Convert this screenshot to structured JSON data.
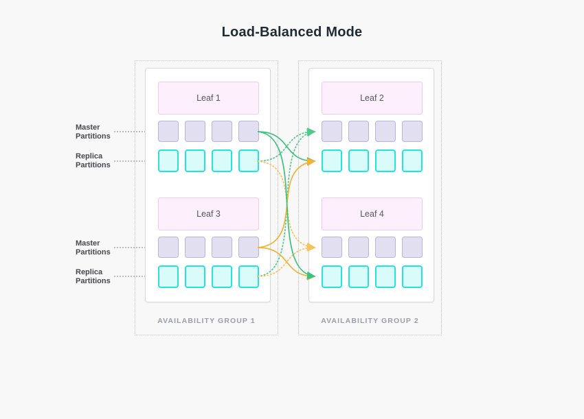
{
  "title": "Load-Balanced Mode",
  "row_labels": {
    "master": "Master Partitions",
    "replica": "Replica Partitions"
  },
  "partitions_per_row": 4,
  "groups": [
    {
      "label": "AVAILABILITY GROUP 1",
      "leaves": [
        {
          "name": "Leaf 1"
        },
        {
          "name": "Leaf 3"
        }
      ]
    },
    {
      "label": "AVAILABILITY GROUP 2",
      "leaves": [
        {
          "name": "Leaf 2"
        },
        {
          "name": "Leaf 4"
        }
      ]
    }
  ],
  "connections": [
    {
      "from": "leaf1-master-partitions",
      "to": "leaf2-replica-partitions",
      "style": "solid",
      "color": "green"
    },
    {
      "from": "leaf1-master-partitions",
      "to": "leaf4-replica-partitions",
      "style": "solid",
      "color": "green"
    },
    {
      "from": "leaf3-master-partitions",
      "to": "leaf2-replica-partitions",
      "style": "solid",
      "color": "yellow"
    },
    {
      "from": "leaf3-master-partitions",
      "to": "leaf4-replica-partitions",
      "style": "solid",
      "color": "yellow"
    },
    {
      "from": "leaf1-replica-partitions",
      "to": "leaf2-master-partitions",
      "style": "dotted",
      "color": "green"
    },
    {
      "from": "leaf3-replica-partitions",
      "to": "leaf2-master-partitions",
      "style": "dotted",
      "color": "green"
    },
    {
      "from": "leaf1-replica-partitions",
      "to": "leaf4-master-partitions",
      "style": "dotted",
      "color": "yellow"
    },
    {
      "from": "leaf3-replica-partitions",
      "to": "leaf4-master-partitions",
      "style": "dotted",
      "color": "yellow"
    }
  ],
  "colors": {
    "background": "#f8f8f8",
    "title_text": "#1f2a37",
    "label_text": "#47474d",
    "group_label_text": "#9b9caa",
    "group_border": "#c6c6c6",
    "card_border": "#d8d8de",
    "leader_dots": "#bcbcc2",
    "leaf_fill": "#fdf0fc",
    "leaf_border": "#f3c8ee",
    "master_fill": "#e2dff0",
    "master_border": "#b9b3dd",
    "replica_fill": "#d9fbf9",
    "replica_border": "#25e2dd",
    "solid_green": "#3cc180",
    "dotted_green": "#4cc98b",
    "solid_yellow": "#f2b233",
    "dotted_yellow": "#f5c255"
  }
}
